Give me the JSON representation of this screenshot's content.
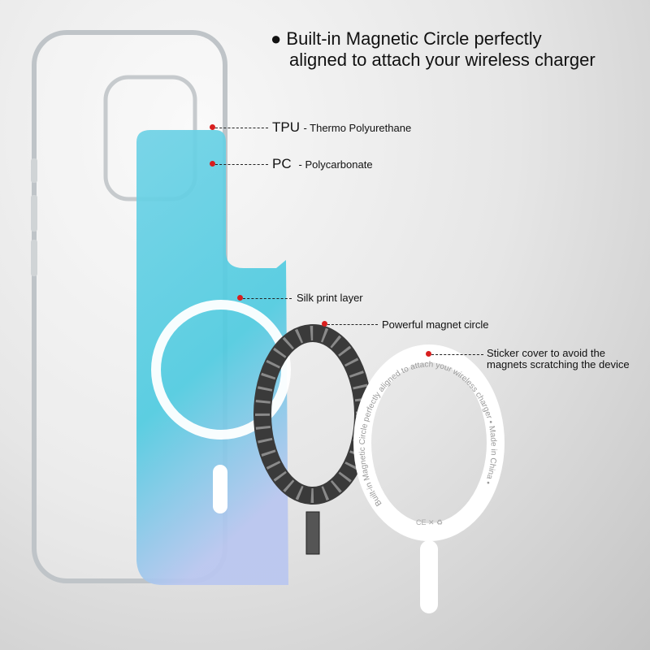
{
  "headline": {
    "bullet": "●",
    "line1": "Built-in Magnetic Circle perfectly",
    "line2": "aligned to attach your wireless charger"
  },
  "callouts": [
    {
      "abbr": "TPU",
      "desc": "- Thermo Polyurethane"
    },
    {
      "abbr": "PC",
      "desc": "- Polycarbonate"
    },
    {
      "desc": "Silk print layer"
    },
    {
      "desc": "Powerful magnet circle"
    },
    {
      "line1": "Sticker cover to avoid the",
      "line2": "magnets scratching the device"
    }
  ],
  "sticker": {
    "ring_text": "Built-in Magnetic Circle perfectly aligned to attach your wireless charger • Made in China •",
    "marks": "CE ✕ ♻"
  },
  "colors": {
    "accent_dot": "#d81e1e",
    "plate_top": "#6fd2e6",
    "plate_bottom": "#b9c6f0"
  }
}
